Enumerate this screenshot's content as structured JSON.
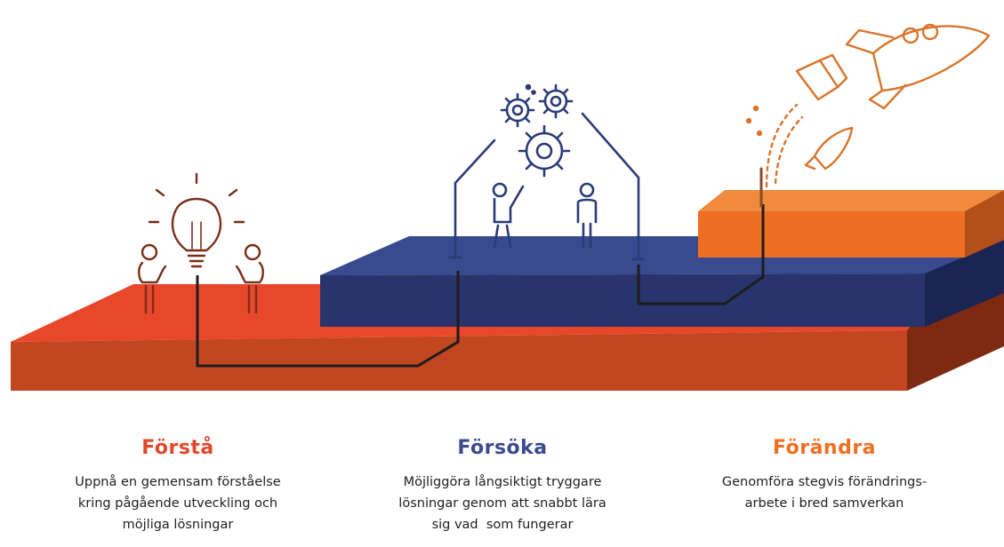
{
  "colors": {
    "red_top": "#e8472a",
    "red_front": "#c2461f",
    "red_side": "#7e2a12",
    "blue_top": "#394a8f",
    "blue_front": "#28346b",
    "blue_side": "#1b2554",
    "orange_top": "#f08a3c",
    "orange_front": "#ee6f22",
    "orange_side": "#b24f1a",
    "line_dark": "#1d1d1d",
    "icon_brown": "#7a2e18",
    "icon_navy": "#2c3a78",
    "icon_orange": "#d9742a"
  },
  "icons": {
    "stage1": "lightbulb-with-two-people",
    "stage2": "gears-with-two-people",
    "stage3": "rocket-launch"
  },
  "stages": [
    {
      "title": "Förstå",
      "title_color": "#e2482a",
      "lines": [
        "Uppnå en gemensam förståelse",
        "kring pågående utveckling och",
        "möjliga lösningar"
      ]
    },
    {
      "title": "Försöka",
      "title_color": "#3a4a8f",
      "lines": [
        "Möjliggöra långsiktigt tryggare",
        "lösningar genom att snabbt lära",
        "sig vad  som fungerar"
      ]
    },
    {
      "title": "Förändra",
      "title_color": "#ee6f22",
      "lines": [
        "Genomföra stegvis förändrings-",
        "arbete i bred samverkan"
      ]
    }
  ]
}
